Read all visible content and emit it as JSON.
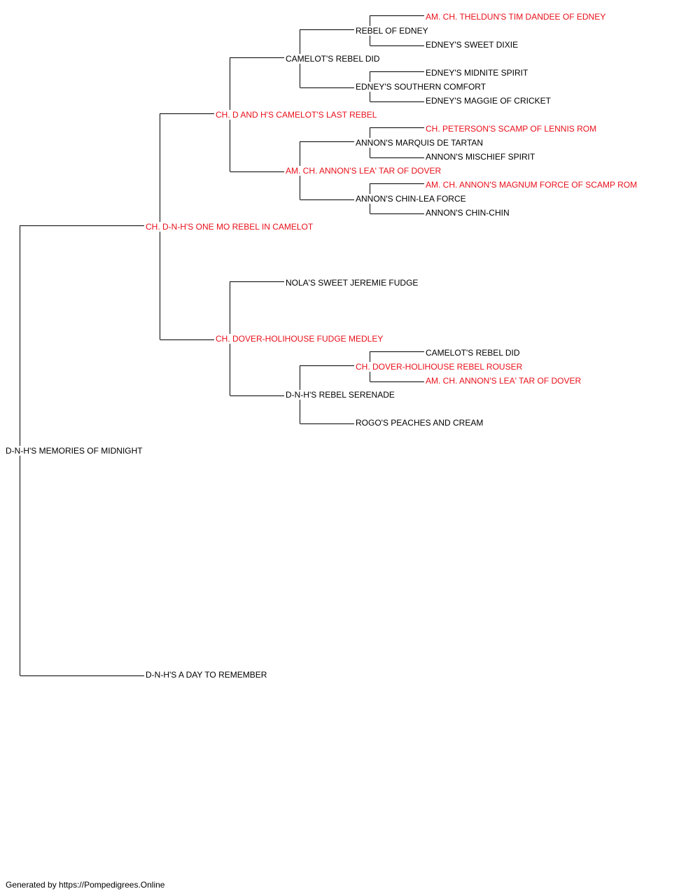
{
  "colors": {
    "titled": "#e8101a",
    "untitled": "#000000",
    "line": "#000000"
  },
  "nodes": {
    "root": "D-N-H'S MEMORIES OF MIDNIGHT",
    "sire": "CH. D-N-H'S ONE MO REBEL IN CAMELOT",
    "dam": "D-N-H'S A DAY TO REMEMBER",
    "ss": "CH. D AND H'S CAMELOT'S LAST REBEL",
    "sd": "CH. DOVER-HOLIHOUSE FUDGE MEDLEY",
    "sss": "CAMELOT'S REBEL DID",
    "ssd": "AM. CH. ANNON'S LEA' TAR OF DOVER",
    "sds": "NOLA'S SWEET JEREMIE FUDGE",
    "sdd": "D-N-H'S REBEL SERENADE",
    "ssss": "REBEL OF EDNEY",
    "sssd": "EDNEY'S SOUTHERN COMFORT",
    "ssds": "ANNON'S MARQUIS DE TARTAN",
    "ssdd": "ANNON'S CHIN-LEA FORCE",
    "sdds": "CH. DOVER-HOLIHOUSE REBEL ROUSER",
    "sddd": "ROGO'S PEACHES AND CREAM",
    "sssss": "AM. CH. THELDUN'S TIM DANDEE OF EDNEY",
    "ssssd": "EDNEY'S SWEET DIXIE",
    "sssds": "EDNEY'S MIDNITE SPIRIT",
    "sssdd": "EDNEY'S MAGGIE OF CRICKET",
    "ssdss": "CH. PETERSON'S SCAMP OF LENNIS ROM",
    "ssdsd": "ANNON'S MISCHIEF SPIRIT",
    "ssdds": "AM. CH. ANNON'S MAGNUM FORCE OF SCAMP ROM",
    "ssddd": "ANNON'S CHIN-CHIN",
    "sddss": "CAMELOT'S REBEL DID",
    "sddsd": "AM. CH. ANNON'S LEA' TAR OF DOVER"
  },
  "titled": [
    "sire",
    "ss",
    "sd",
    "ssd",
    "sdds",
    "sssss",
    "ssdss",
    "ssdds",
    "sddsd"
  ],
  "footer": "Generated by https://Pompedigrees.Online"
}
